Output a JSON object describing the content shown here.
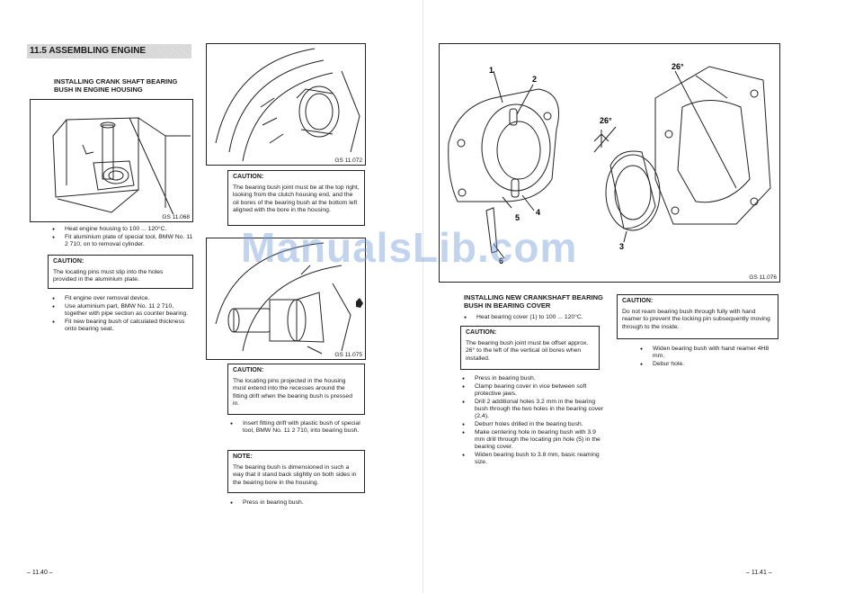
{
  "watermark": "ManualsLib.com",
  "left_page": {
    "section_title": "11.5  ASSEMBLING ENGINE",
    "subhead": "INSTALLING CRANK SHAFT BEARING BUSH IN ENGINE HOUSING",
    "fig1_label": "GS 11.068",
    "bullets1": [
      "Heat engine housing to 100 ... 120°C.",
      "Fit aluminium plate of special tool, BMW No. 11 2 710, on to removal cylinder."
    ],
    "caution1": {
      "heading": "CAUTION:",
      "text": "The locating pins must slip into the holes provided in the aluminium plate."
    },
    "bullets2": [
      "Fit engine over removal device.",
      "Use aluminium part, BMW No. 11 2 710, together with pipe section as counter bearing.",
      "Fit new bearing bush of calculated thickness onto bearing seat."
    ],
    "fig2_label": "GS 11.072",
    "caution2": {
      "heading": "CAUTION:",
      "text": "The bearing bush joint must be at the top right, looking from the clutch housing end, and the oil bores of the bearing bush at the bottom left aligned with the bore in the housing."
    },
    "fig3_label": "GS 11.075",
    "caution3": {
      "heading": "CAUTION:",
      "text": "The locating pins projected in the housing must extend into the recesses around the fitting drift when the bearing bush is pressed in."
    },
    "bullets3": [
      "Insert fitting drift with plastic bush of special tool, BMW No. 11 2 710, into bearing bush."
    ],
    "note": {
      "heading": "NOTE:",
      "text": "The bearing bush is dimensioned in such a way that it stand back slightly on both sides in the bearing bore in the housing."
    },
    "bullets4": [
      "Press in bearing bush."
    ],
    "page_number": "– 11.40 –"
  },
  "right_page": {
    "fig_label": "GS 11.076",
    "callouts": [
      "1",
      "2",
      "26°",
      "26°",
      "4",
      "5",
      "6",
      "3"
    ],
    "subhead": "INSTALLING NEW CRANKSHAFT BEARING BUSH IN BEARING COVER",
    "bullets1": [
      "Heat bearing cover (1) to 100 ... 120°C."
    ],
    "caution1": {
      "heading": "CAUTION:",
      "text": "The bearing bush joint must be offset approx. 26° to the left of the vertical oil bores when installed."
    },
    "bullets2": [
      "Press in bearing bush.",
      "Clamp bearing cover in vice between soft protective jaws.",
      "Drill 2 additional holes 3.2 mm in the bearing bush through the two holes in the bearing cover (2,4).",
      "Deburr holes drilled in the bearing bush.",
      "Make centering hole in bearing bush with 3.9 mm drill through the locating pin hole (5) in the bearing cover.",
      "Widen bearing bush to 3.8 mm, basic reaming size."
    ],
    "caution2": {
      "heading": "CAUTION:",
      "text": "Do not ream bearing bush through fully with hand reamer to prevent the locking pin subsequently moving through to the inside."
    },
    "bullets3": [
      "Widen bearing bush with hand reamer 4H8 mm.",
      "Debur hole."
    ],
    "page_number": "– 11.41 –"
  }
}
